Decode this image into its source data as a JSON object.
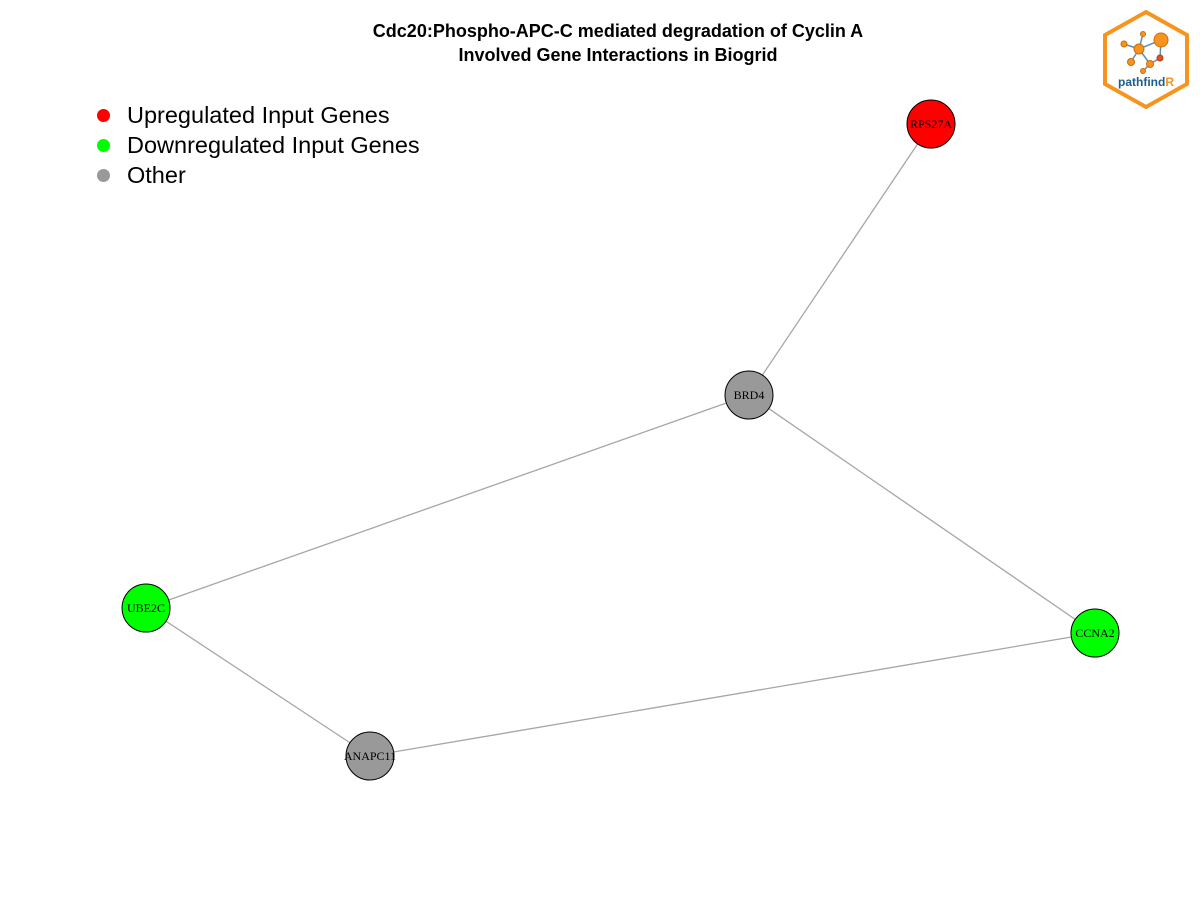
{
  "title": {
    "line1": "Cdc20:Phospho-APC-C mediated degradation of Cyclin A",
    "line2": "Involved Gene Interactions in Biogrid"
  },
  "legend": [
    {
      "label": "Upregulated Input Genes",
      "color": "#ff0000"
    },
    {
      "label": "Downregulated Input Genes",
      "color": "#00ff00"
    },
    {
      "label": "Other",
      "color": "#999999"
    }
  ],
  "logo": {
    "text_main": "pathfind",
    "text_accent": "R",
    "accent_color": "#f7941d",
    "text_color": "#1b5e8c"
  },
  "network": {
    "nodes": [
      {
        "id": "RPS27A",
        "label": "RPS27A",
        "status": "upregulated"
      },
      {
        "id": "BRD4",
        "label": "BRD4",
        "status": "other"
      },
      {
        "id": "UBE2C",
        "label": "UBE2C",
        "status": "downregulated"
      },
      {
        "id": "CCNA2",
        "label": "CCNA2",
        "status": "downregulated"
      },
      {
        "id": "ANAPC11",
        "label": "ANAPC11",
        "status": "other"
      }
    ],
    "edges": [
      {
        "from": "RPS27A",
        "to": "BRD4"
      },
      {
        "from": "BRD4",
        "to": "UBE2C"
      },
      {
        "from": "BRD4",
        "to": "CCNA2"
      },
      {
        "from": "UBE2C",
        "to": "ANAPC11"
      },
      {
        "from": "ANAPC11",
        "to": "CCNA2"
      }
    ],
    "status_colors": {
      "upregulated": "#ff0000",
      "downregulated": "#00ff00",
      "other": "#999999"
    },
    "edge_color": "#a6a6a6"
  }
}
